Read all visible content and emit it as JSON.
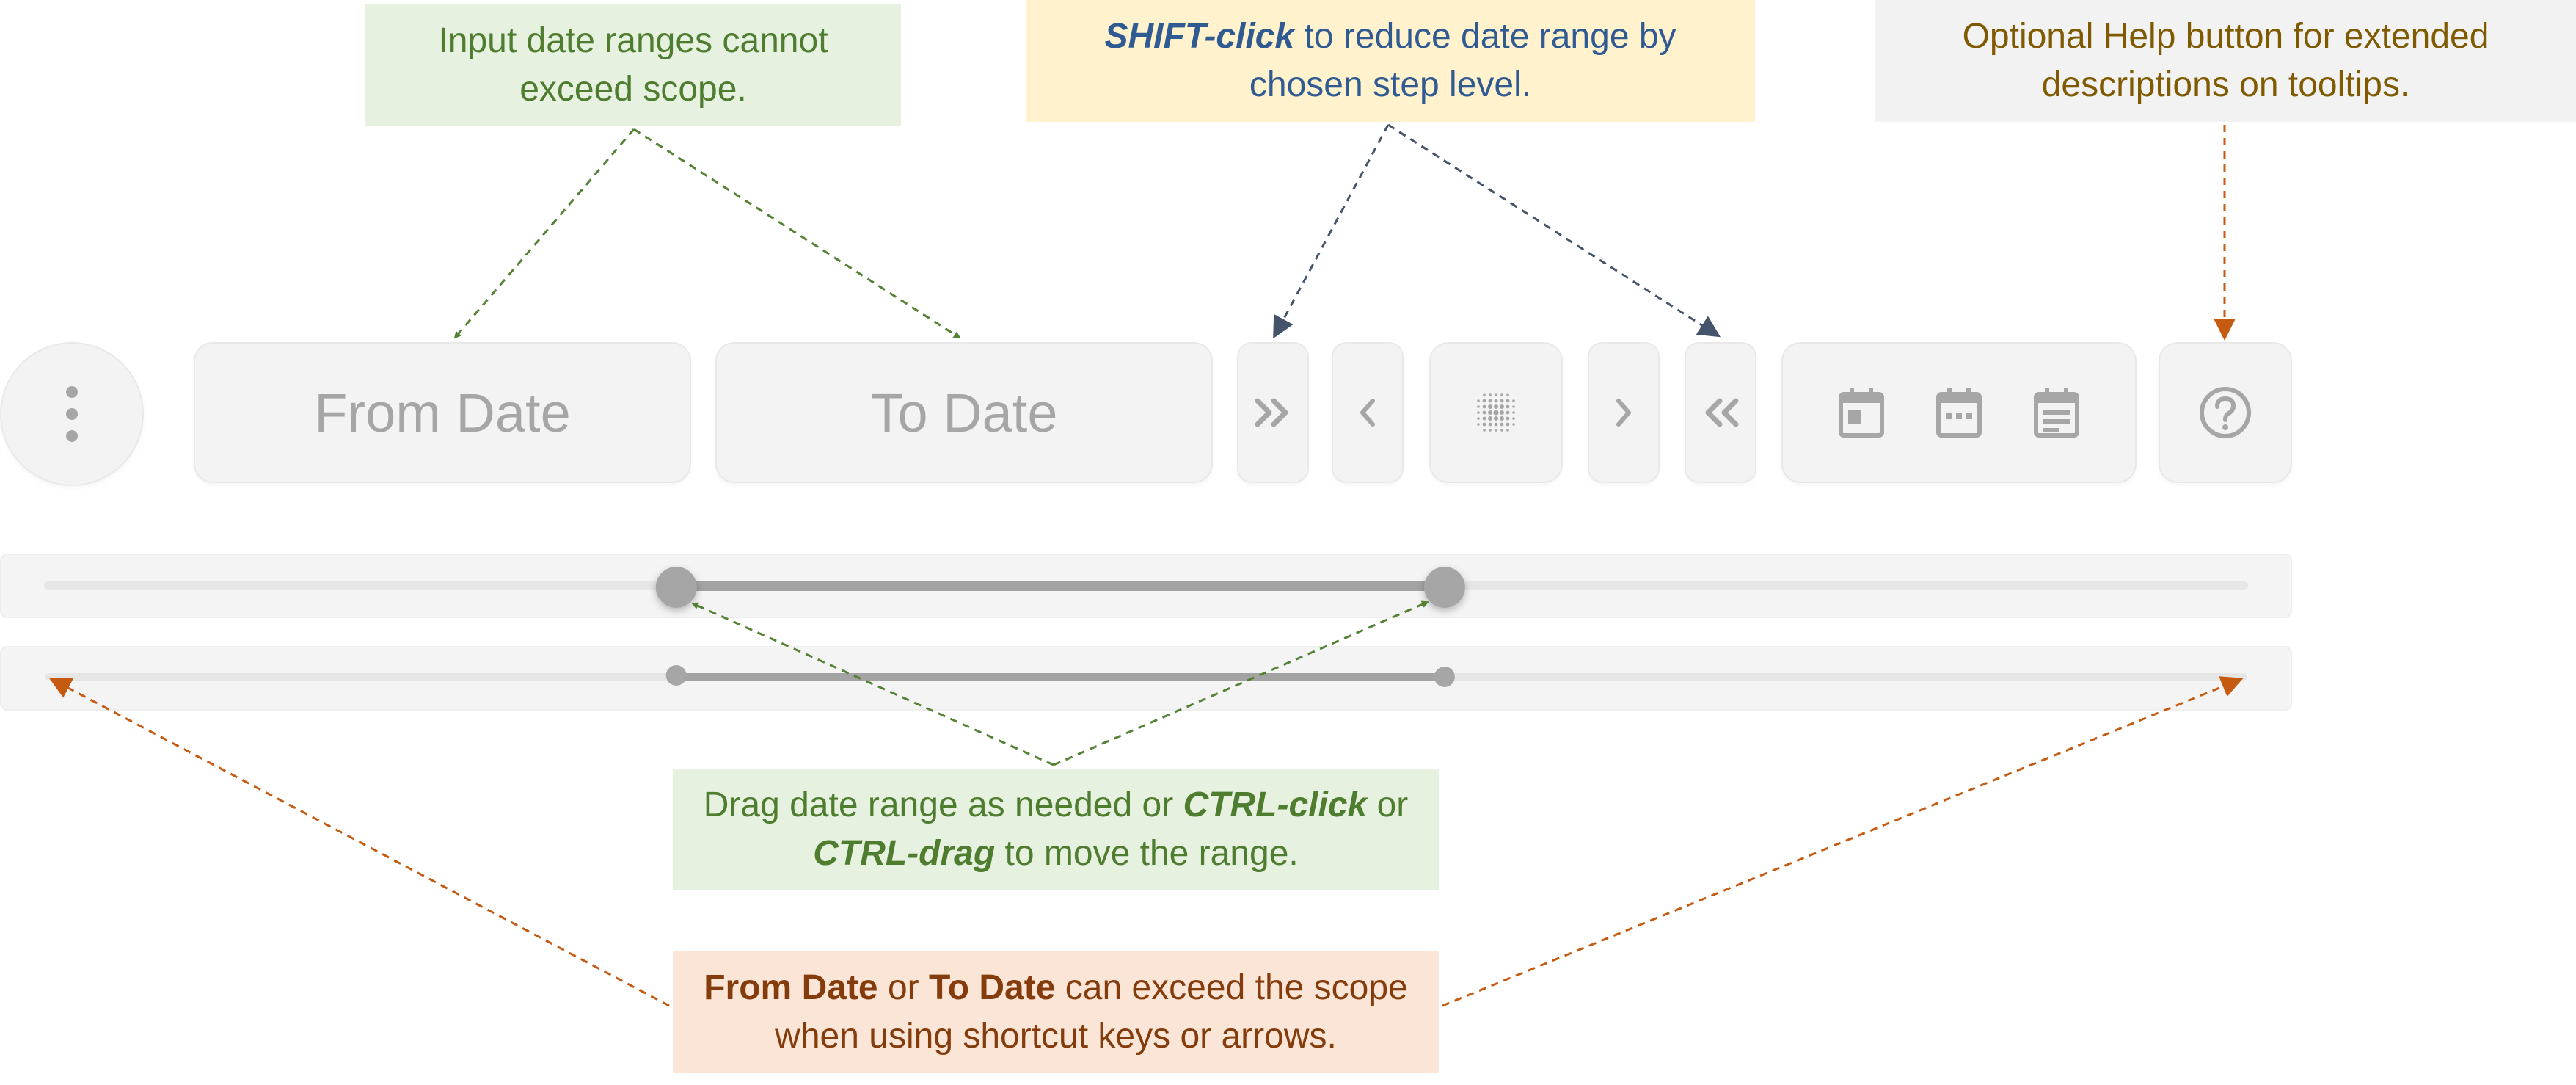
{
  "annotations": {
    "input_scope": {
      "text": "Input date ranges cannot exceed scope."
    },
    "shift_click": {
      "emphasis": "SHIFT-click",
      "rest": " to reduce date range by chosen step level."
    },
    "help_button": {
      "text": "Optional Help button for extended descriptions on tooltips."
    },
    "drag_range": {
      "part1": "Drag date range as needed or ",
      "emphasis1": "CTRL-click",
      "part2": " or ",
      "emphasis2": "CTRL-drag",
      "part3": " to move the range."
    },
    "exceed_scope": {
      "strong1": "From Date",
      "part1": " or ",
      "strong2": "To Date",
      "part2": " can exceed the scope when using shortcut keys or arrows."
    }
  },
  "toolbar": {
    "from_date_placeholder": "From Date",
    "to_date_placeholder": "To Date",
    "menu_icon": "vertical-dots-icon",
    "expand_icon": "double-chevron-right-icon",
    "previous_icon": "chevron-left-icon",
    "step_icon": "dot-grid-icon",
    "next_icon": "chevron-right-icon",
    "shrink_icon": "double-chevron-left-icon",
    "calendar_icons": [
      "calendar-day-icon",
      "calendar-week-icon",
      "calendar-month-icon"
    ],
    "help_icon": "question-circle-icon"
  },
  "sliders": {
    "range_start": 0.286,
    "range_end": 0.636,
    "overall_start": 0.286,
    "overall_end": 0.636
  },
  "colors": {
    "green_arrow": "#548235",
    "blue_arrow": "#44546a",
    "orange_arrow": "#c55a11",
    "control_icon": "#a6a6a6"
  }
}
